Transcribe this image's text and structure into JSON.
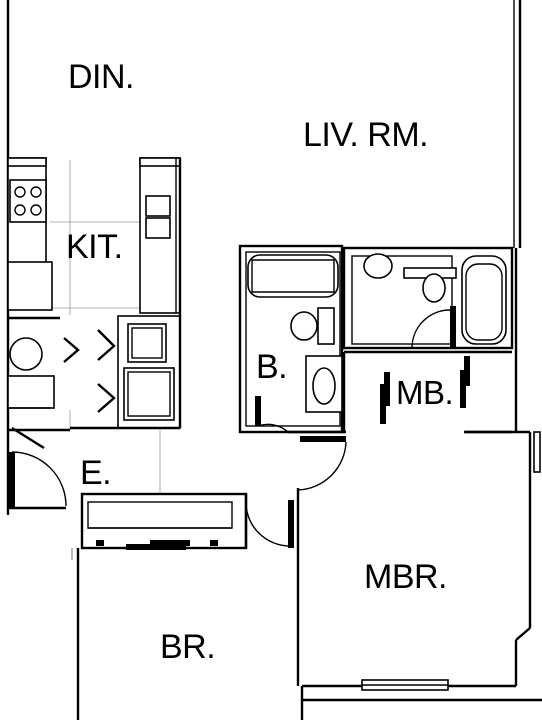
{
  "floorplan": {
    "rooms": {
      "dining": "DIN.",
      "living": "LIV. RM.",
      "kitchen": "KIT.",
      "bath": "B.",
      "master_bath": "MB.",
      "entry": "E.",
      "master_bedroom": "MBR.",
      "bedroom": "BR."
    }
  }
}
